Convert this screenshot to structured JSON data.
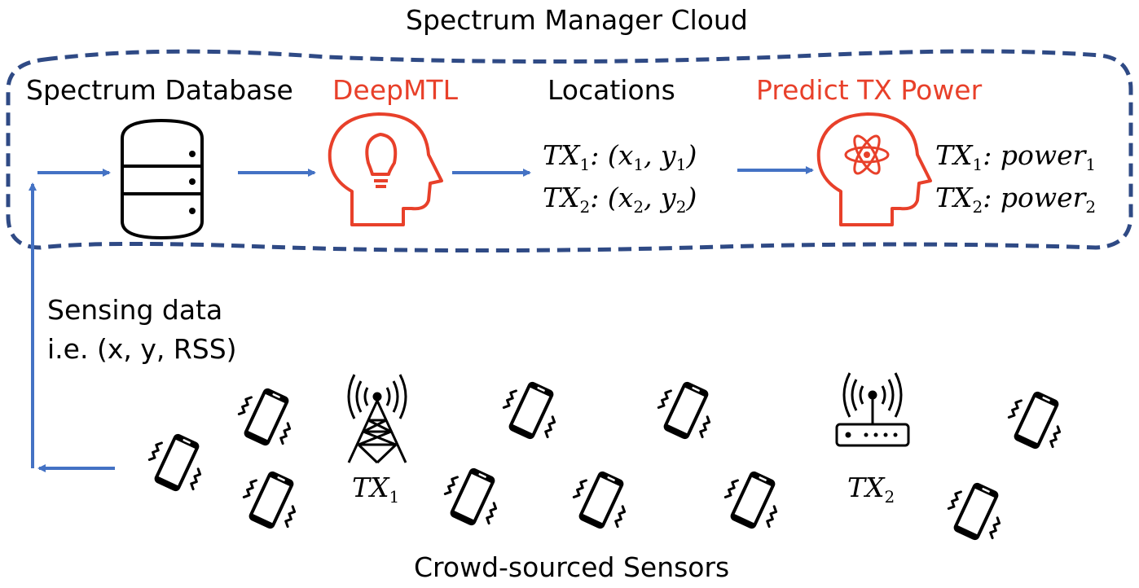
{
  "cloud": {
    "title": "Spectrum Manager Cloud",
    "database_label": "Spectrum Database",
    "model_label": "DeepMTL",
    "locations_label": "Locations",
    "predict_label": "Predict TX Power",
    "loc1": {
      "name": "TX",
      "sub": "1",
      "rest": ": (x",
      "xsub": "1",
      "mid": ", y",
      "ysub": "1",
      "end": ")"
    },
    "loc2": {
      "name": "TX",
      "sub": "2",
      "rest": ": (x",
      "xsub": "2",
      "mid": ", y",
      "ysub": "2",
      "end": ")"
    },
    "pow1": {
      "name": "TX",
      "sub": "1",
      "rest": ": power",
      "psub": "1"
    },
    "pow2": {
      "name": "TX",
      "sub": "2",
      "rest": ": power",
      "psub": "2"
    }
  },
  "sensing": {
    "line1": "Sensing data",
    "line2": "i.e. (x, y, RSS)"
  },
  "field": {
    "tx1": {
      "name": "TX",
      "sub": "1"
    },
    "tx2": {
      "name": "TX",
      "sub": "2"
    },
    "caption": "Crowd-sourced Sensors"
  },
  "colors": {
    "arrow": "#4472c4",
    "cloud_border": "#2f4a85",
    "highlight": "#e8402a"
  },
  "icons": [
    "database-icon",
    "lightbulb-head-icon",
    "atom-head-icon",
    "cell-tower-icon",
    "wifi-router-icon",
    "vibrating-phone-icon"
  ]
}
